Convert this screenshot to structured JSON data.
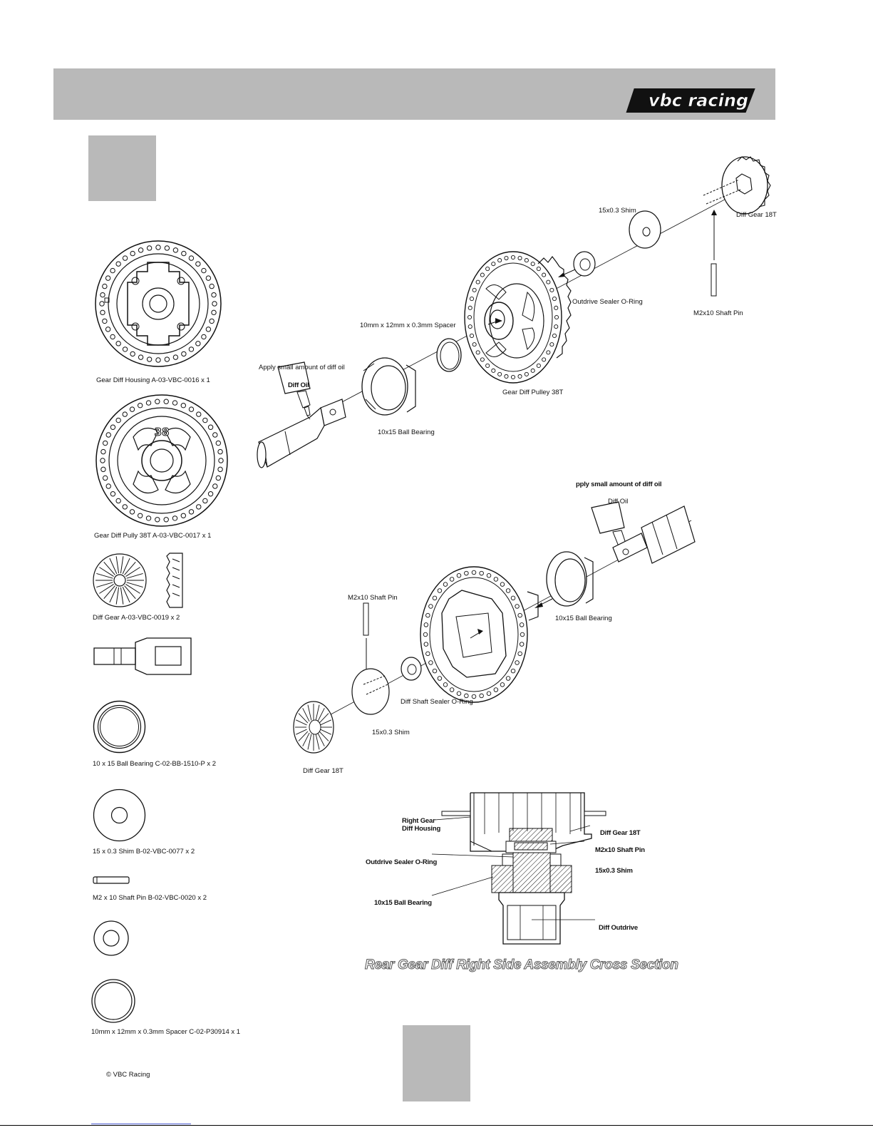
{
  "brand": {
    "logo_text": "vbc racing"
  },
  "parts": [
    {
      "caption": "Gear Diff Housing A-03-VBC-0016 x 1"
    },
    {
      "caption": "Gear Diff Pully 38T A-03-VBC-0017 x 1"
    },
    {
      "caption": "Diff Gear A-03-VBC-0019 x 2"
    },
    {
      "caption": "10 x 15 Ball Bearing C-02-BB-1510-P x 2"
    },
    {
      "caption": "15 x 0.3 Shim B-02-VBC-0077 x 2"
    },
    {
      "caption": "M2 x 10 Shaft Pin B-02-VBC-0020 x 2"
    },
    {
      "caption": "10mm x 12mm x 0.3mm Spacer C-02-P30914 x 1"
    }
  ],
  "pulley_number": "38",
  "upper_diagram": {
    "shim": "15x0.3 Shim",
    "diff_gear": "Diff Gear 18T",
    "outdrive_oring": "Outdrive Sealer O-Ring",
    "shaft_pin": "M2x10 Shaft Pin",
    "spacer": "10mm x 12mm x 0.3mm Spacer",
    "oil_note": "Apply small amount of diff oil",
    "diff_oil": "Diff Oil",
    "pulley": "Gear Diff Pulley 38T",
    "bearing": "10x15 Ball Bearing"
  },
  "lower_diagram": {
    "oil_note": "pply small amount of diff oil",
    "diff_oil": "Diff Oil",
    "shaft_pin": "M2x10 Shaft Pin",
    "bearing": "10x15 Ball Bearing",
    "shaft_oring": "Diff Shaft Sealer O-Ring",
    "shim": "15x0.3 Shim",
    "diff_gear": "Diff Gear 18T"
  },
  "cross_section": {
    "housing_line1": "Right Gear",
    "housing_line2": "Diff Housing",
    "diff_gear": "Diff Gear 18T",
    "shaft_pin": "M2x10 Shaft Pin",
    "oring": "Outdrive Sealer O-Ring",
    "shim": "15x0.3 Shim",
    "bearing": "10x15 Ball Bearing",
    "outdrive": "Diff Outdrive",
    "title": "Rear Gear Diff Right Side Assembly Cross Section"
  },
  "footer": {
    "copyright": "© VBC Racing"
  }
}
